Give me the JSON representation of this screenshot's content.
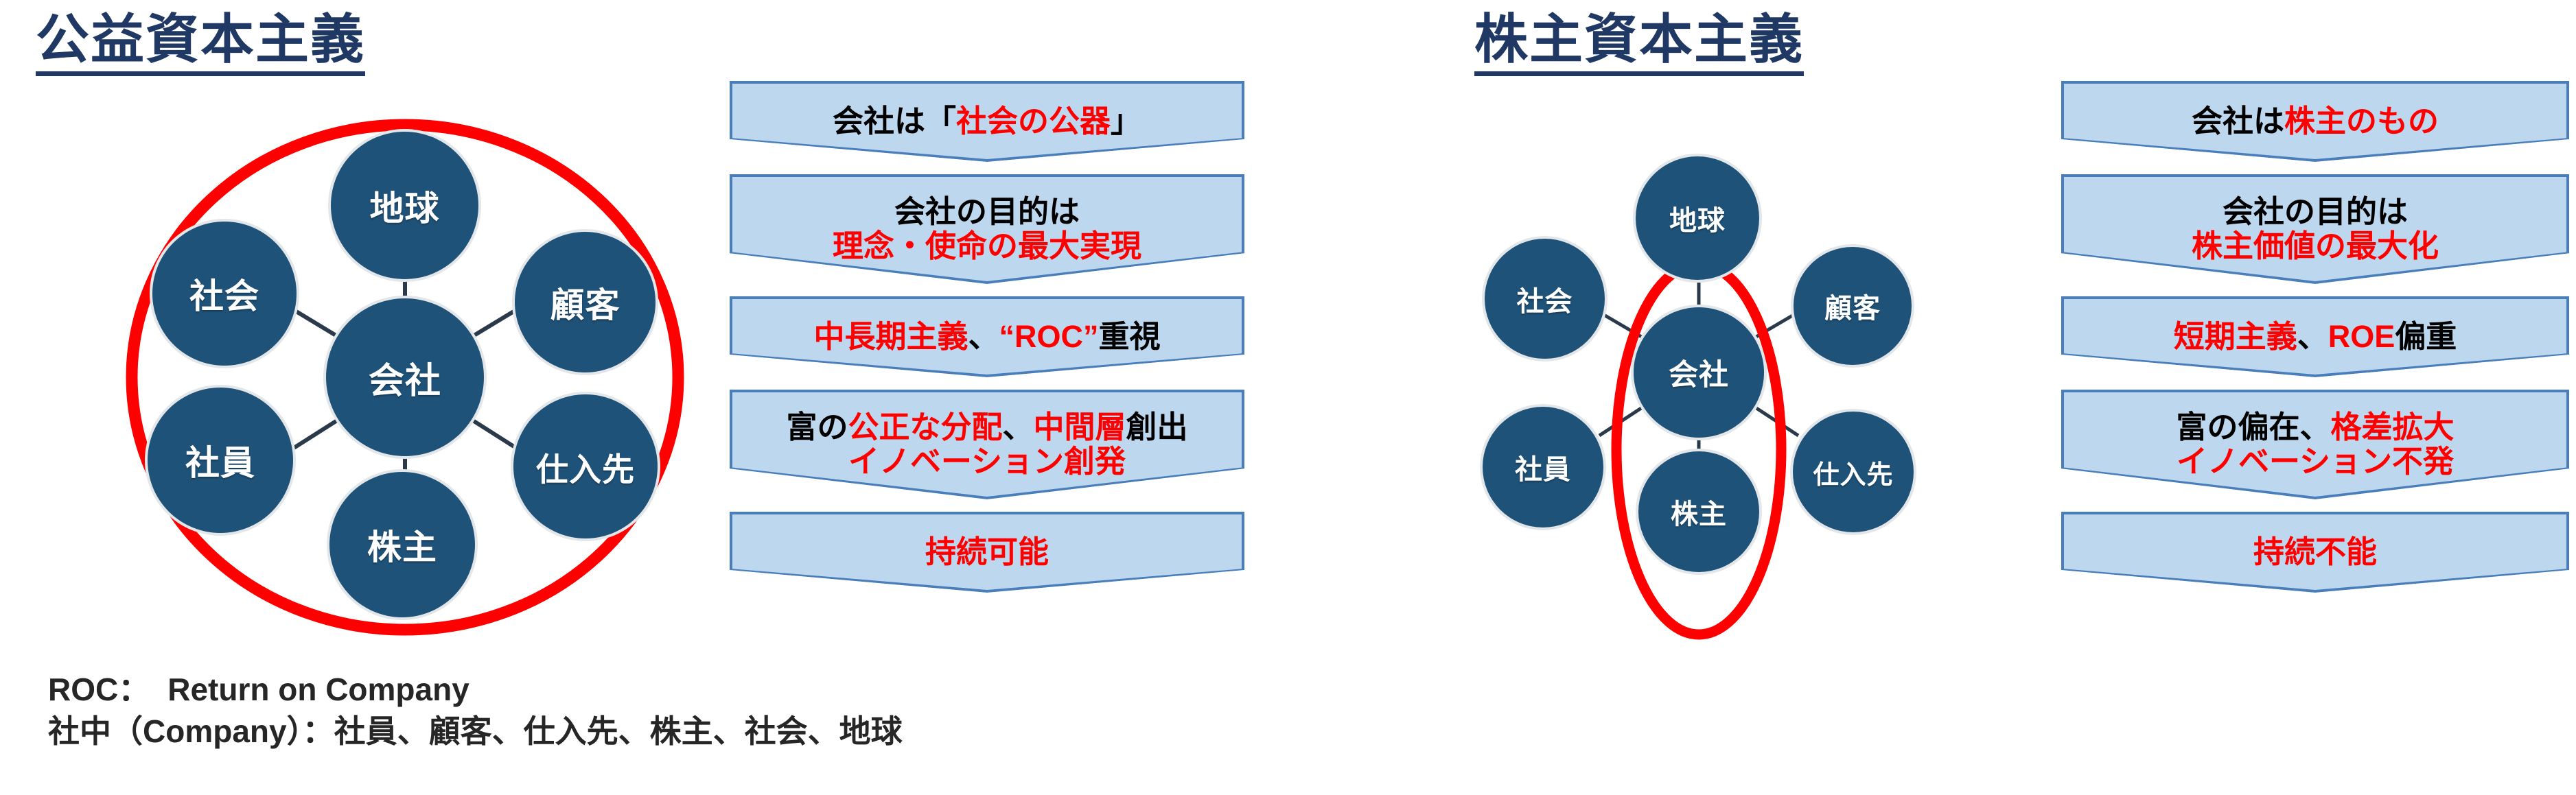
{
  "left": {
    "title": "公益資本主義",
    "diagram": {
      "center": "会社",
      "nodes": [
        "地球",
        "社会",
        "顧客",
        "社員",
        "仕入先",
        "株主"
      ],
      "highlight_shape": "large-red-circle-around-all",
      "highlight_color": "#FF0000"
    },
    "chevrons": [
      {
        "lines": [
          [
            {
              "t": "会社は「",
              "c": "black"
            },
            {
              "t": "社会の公器",
              "c": "red"
            },
            {
              "t": "」",
              "c": "black"
            }
          ]
        ]
      },
      {
        "lines": [
          [
            {
              "t": "会社の目的は",
              "c": "black"
            }
          ],
          [
            {
              "t": "理念・使命の最大実現",
              "c": "red"
            }
          ]
        ]
      },
      {
        "lines": [
          [
            {
              "t": "中長期主義",
              "c": "red"
            },
            {
              "t": "、",
              "c": "black"
            },
            {
              "t": "“ROC”",
              "c": "red"
            },
            {
              "t": "重視",
              "c": "black"
            }
          ]
        ]
      },
      {
        "lines": [
          [
            {
              "t": "富の",
              "c": "black"
            },
            {
              "t": "公正な分配",
              "c": "red"
            },
            {
              "t": "、",
              "c": "black"
            },
            {
              "t": "中間層",
              "c": "red"
            },
            {
              "t": "創出",
              "c": "black"
            }
          ],
          [
            {
              "t": "イノベーション創発",
              "c": "red"
            }
          ]
        ]
      },
      {
        "lines": [
          [
            {
              "t": "持続可能",
              "c": "red"
            }
          ]
        ]
      }
    ]
  },
  "right": {
    "title": "株主資本主義",
    "diagram": {
      "center": "会社",
      "nodes": [
        "地球",
        "社会",
        "顧客",
        "社員",
        "仕入先",
        "株主"
      ],
      "highlight_shape": "narrow-red-ellipse-around-company-and-shareholder",
      "highlight_color": "#FF0000"
    },
    "chevrons": [
      {
        "lines": [
          [
            {
              "t": "会社は",
              "c": "black"
            },
            {
              "t": "株主のもの",
              "c": "red"
            }
          ]
        ]
      },
      {
        "lines": [
          [
            {
              "t": "会社の目的は",
              "c": "black"
            }
          ],
          [
            {
              "t": "株主価値の最大化",
              "c": "red"
            }
          ]
        ]
      },
      {
        "lines": [
          [
            {
              "t": "短期主義",
              "c": "red"
            },
            {
              "t": "、",
              "c": "black"
            },
            {
              "t": "ROE",
              "c": "red"
            },
            {
              "t": "偏重",
              "c": "black"
            }
          ]
        ]
      },
      {
        "lines": [
          [
            {
              "t": "富の偏在",
              "c": "black"
            },
            {
              "t": "、",
              "c": "black"
            },
            {
              "t": "格差拡大",
              "c": "red"
            }
          ],
          [
            {
              "t": "イノベーション不発",
              "c": "red"
            }
          ]
        ]
      },
      {
        "lines": [
          [
            {
              "t": "持続不能",
              "c": "red"
            }
          ]
        ]
      }
    ]
  },
  "footnote": {
    "line1_label": "ROC：",
    "line1_value": "Return on Company",
    "line2": "社中（Company）：社員、顧客、仕入先、株主、社会、地球"
  },
  "colors": {
    "title_navy": "#1F3864",
    "node_blue": "#1F5278",
    "chevron_fill": "#BDD7EE",
    "chevron_border": "#4A7EBB",
    "accent_red": "#FF0000",
    "text_black": "#000000"
  }
}
